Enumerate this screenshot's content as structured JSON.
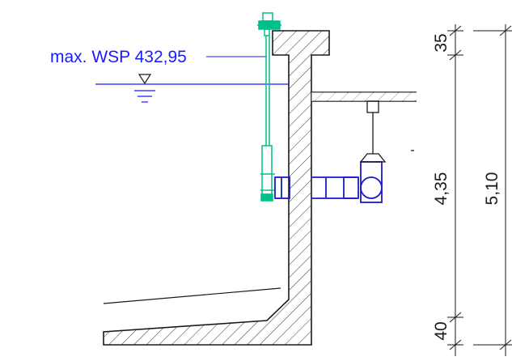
{
  "water_level": {
    "label": "max. WSP 432,95",
    "symbol": "water-level-triangle-icon"
  },
  "dimensions": {
    "top_slab": "35",
    "wall_height": "4,35",
    "total_height": "5,10",
    "base_slab": "40"
  },
  "colors": {
    "outline": "#1a1a1a",
    "water_level": "#1a1aff",
    "gate_actuator": "#00c08a",
    "pipe": "#1a1acc",
    "hatch": "#333333"
  }
}
